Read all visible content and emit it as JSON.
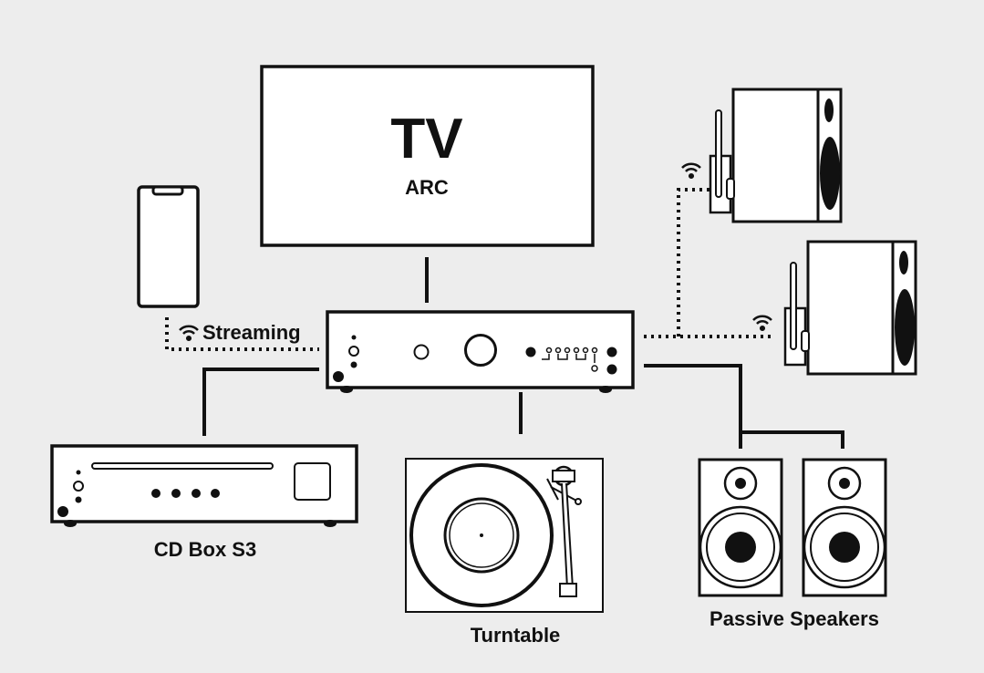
{
  "colors": {
    "background": "#ededed",
    "stroke": "#111111",
    "fill": "#ffffff"
  },
  "tv": {
    "title": "TV",
    "subtitle": "ARC"
  },
  "labels": {
    "streaming": "Streaming",
    "cd_player": "CD Box S3",
    "turntable": "Turntable",
    "passive_speakers": "Passive Speakers"
  },
  "icons": [
    "phone-icon",
    "wifi-icon",
    "amplifier-icon",
    "wireless-speaker-icon",
    "cd-player-icon",
    "turntable-icon",
    "passive-speaker-icon"
  ]
}
